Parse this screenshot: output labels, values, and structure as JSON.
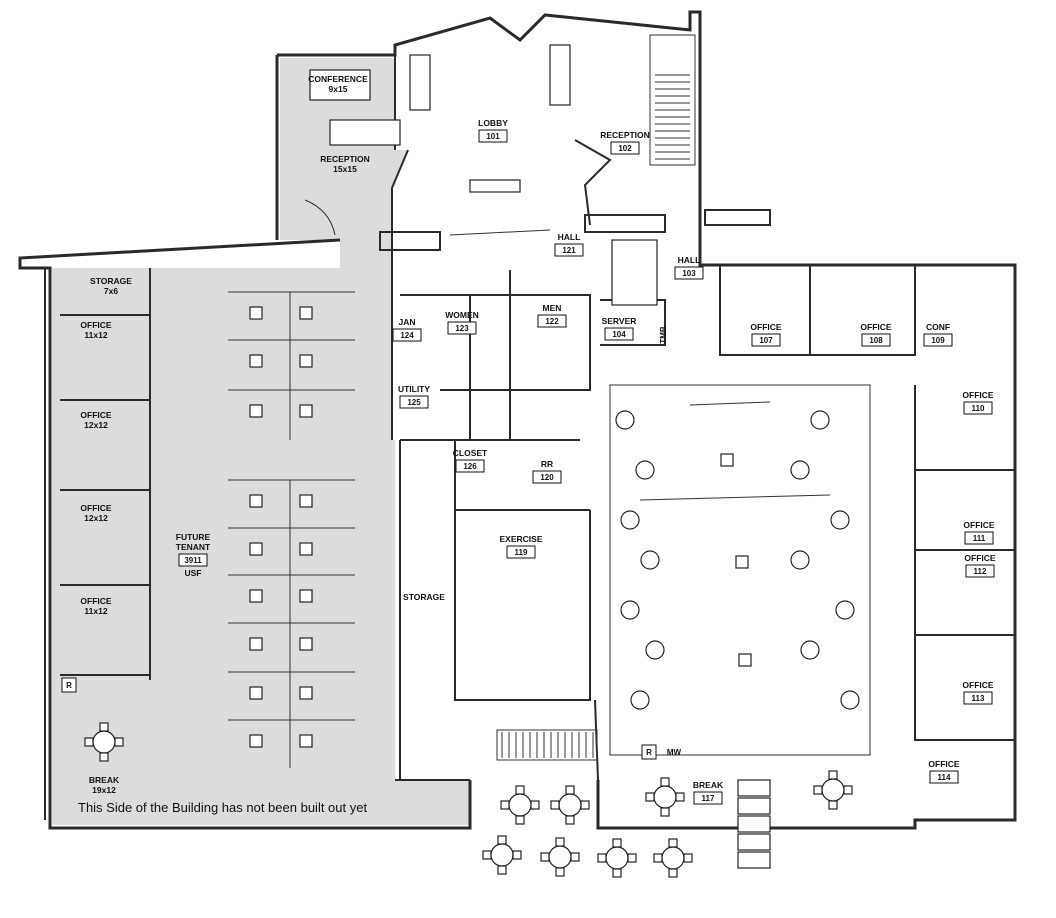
{
  "rooms": [
    {
      "key": "conference",
      "name": "CONFERENCE",
      "sub": "9x15",
      "num": ""
    },
    {
      "key": "reception_l",
      "name": "RECEPTION",
      "sub": "15x15",
      "num": ""
    },
    {
      "key": "lobby",
      "name": "LOBBY",
      "sub": "",
      "num": "101"
    },
    {
      "key": "reception_r",
      "name": "RECEPTION",
      "sub": "",
      "num": "102"
    },
    {
      "key": "hall121",
      "name": "HALL",
      "sub": "",
      "num": "121"
    },
    {
      "key": "hall103",
      "name": "HALL",
      "sub": "",
      "num": "103"
    },
    {
      "key": "storage76",
      "name": "STORAGE",
      "sub": "7x6",
      "num": ""
    },
    {
      "key": "office_a",
      "name": "OFFICE",
      "sub": "11x12",
      "num": ""
    },
    {
      "key": "office_b",
      "name": "OFFICE",
      "sub": "12x12",
      "num": ""
    },
    {
      "key": "office_c",
      "name": "OFFICE",
      "sub": "12x12",
      "num": ""
    },
    {
      "key": "office_d",
      "name": "OFFICE",
      "sub": "11x12",
      "num": ""
    },
    {
      "key": "break_l",
      "name": "BREAK",
      "sub": "19x12",
      "num": ""
    },
    {
      "key": "future",
      "name": "FUTURE",
      "sub": "TENANT",
      "num": "3911",
      "extra": "USF"
    },
    {
      "key": "jan",
      "name": "JAN",
      "sub": "",
      "num": "124"
    },
    {
      "key": "women",
      "name": "WOMEN",
      "sub": "",
      "num": "123"
    },
    {
      "key": "men",
      "name": "MEN",
      "sub": "",
      "num": "122"
    },
    {
      "key": "server",
      "name": "SERVER",
      "sub": "",
      "num": "104"
    },
    {
      "key": "utility",
      "name": "UTILITY",
      "sub": "",
      "num": "125"
    },
    {
      "key": "closet",
      "name": "CLOSET",
      "sub": "",
      "num": "126"
    },
    {
      "key": "rr",
      "name": "RR",
      "sub": "",
      "num": "120"
    },
    {
      "key": "exercise",
      "name": "EXERCISE",
      "sub": "",
      "num": "119"
    },
    {
      "key": "storage_c",
      "name": "STORAGE",
      "sub": "",
      "num": ""
    },
    {
      "key": "office107",
      "name": "OFFICE",
      "sub": "",
      "num": "107"
    },
    {
      "key": "office108",
      "name": "OFFICE",
      "sub": "",
      "num": "108"
    },
    {
      "key": "conf109",
      "name": "CONF",
      "sub": "",
      "num": "109"
    },
    {
      "key": "office110",
      "name": "OFFICE",
      "sub": "",
      "num": "110"
    },
    {
      "key": "office111",
      "name": "OFFICE",
      "sub": "",
      "num": "111"
    },
    {
      "key": "office112",
      "name": "OFFICE",
      "sub": "",
      "num": "112"
    },
    {
      "key": "office113",
      "name": "OFFICE",
      "sub": "",
      "num": "113"
    },
    {
      "key": "office114",
      "name": "OFFICE",
      "sub": "",
      "num": "114"
    },
    {
      "key": "break117",
      "name": "BREAK",
      "sub": "",
      "num": "117"
    }
  ],
  "marks": {
    "tmb": "TMB",
    "r1": "R",
    "r2": "R",
    "mw": "MW"
  },
  "note": "This Side of the Building has not been built out yet",
  "colors": {
    "unbuilt": "#dcdcdc",
    "wall": "#2a2a2a"
  }
}
